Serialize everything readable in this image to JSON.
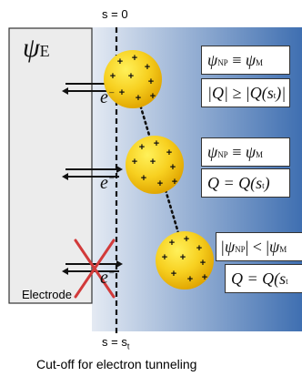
{
  "top_label": "s = 0",
  "bottom_label": "s = s",
  "bottom_label_sub": "t",
  "electrode_label": "Electrode",
  "electrode_potential": "ψ",
  "electrode_potential_sub": "E",
  "caption": "Cut-off for electron tunneling",
  "electron_label": "e",
  "electron_charge": "−",
  "particle_charge_sign": "+",
  "states": [
    {
      "line1_main": "ψ",
      "line1_sub": "NP",
      "line1_rel": " ≡ ",
      "line1_main2": "ψ",
      "line1_sub2": "M",
      "line2": "|Q| ≥ |Q(s",
      "line2_sub": "t",
      "line2_end": ")|"
    },
    {
      "line1_main": "ψ",
      "line1_sub": "NP",
      "line1_rel": " ≡ ",
      "line1_main2": "ψ",
      "line1_sub2": "M",
      "line2": "Q = Q(s",
      "line2_sub": "t",
      "line2_end": ")"
    },
    {
      "line1_main": "|ψ",
      "line1_sub": "NP",
      "line1_rel": "| < |",
      "line1_main2": "ψ",
      "line1_sub2": "M",
      "line2": "Q = Q(s",
      "line2_sub": "t",
      "line2_end": ""
    }
  ],
  "colors": {
    "electrode": "#ececec",
    "solution_light": "#e4eaf3",
    "solution_dark": "#3f6fb1",
    "particle_core": "#fff15a",
    "particle_edge": "#e0a400",
    "cross": "#d23a3a"
  }
}
